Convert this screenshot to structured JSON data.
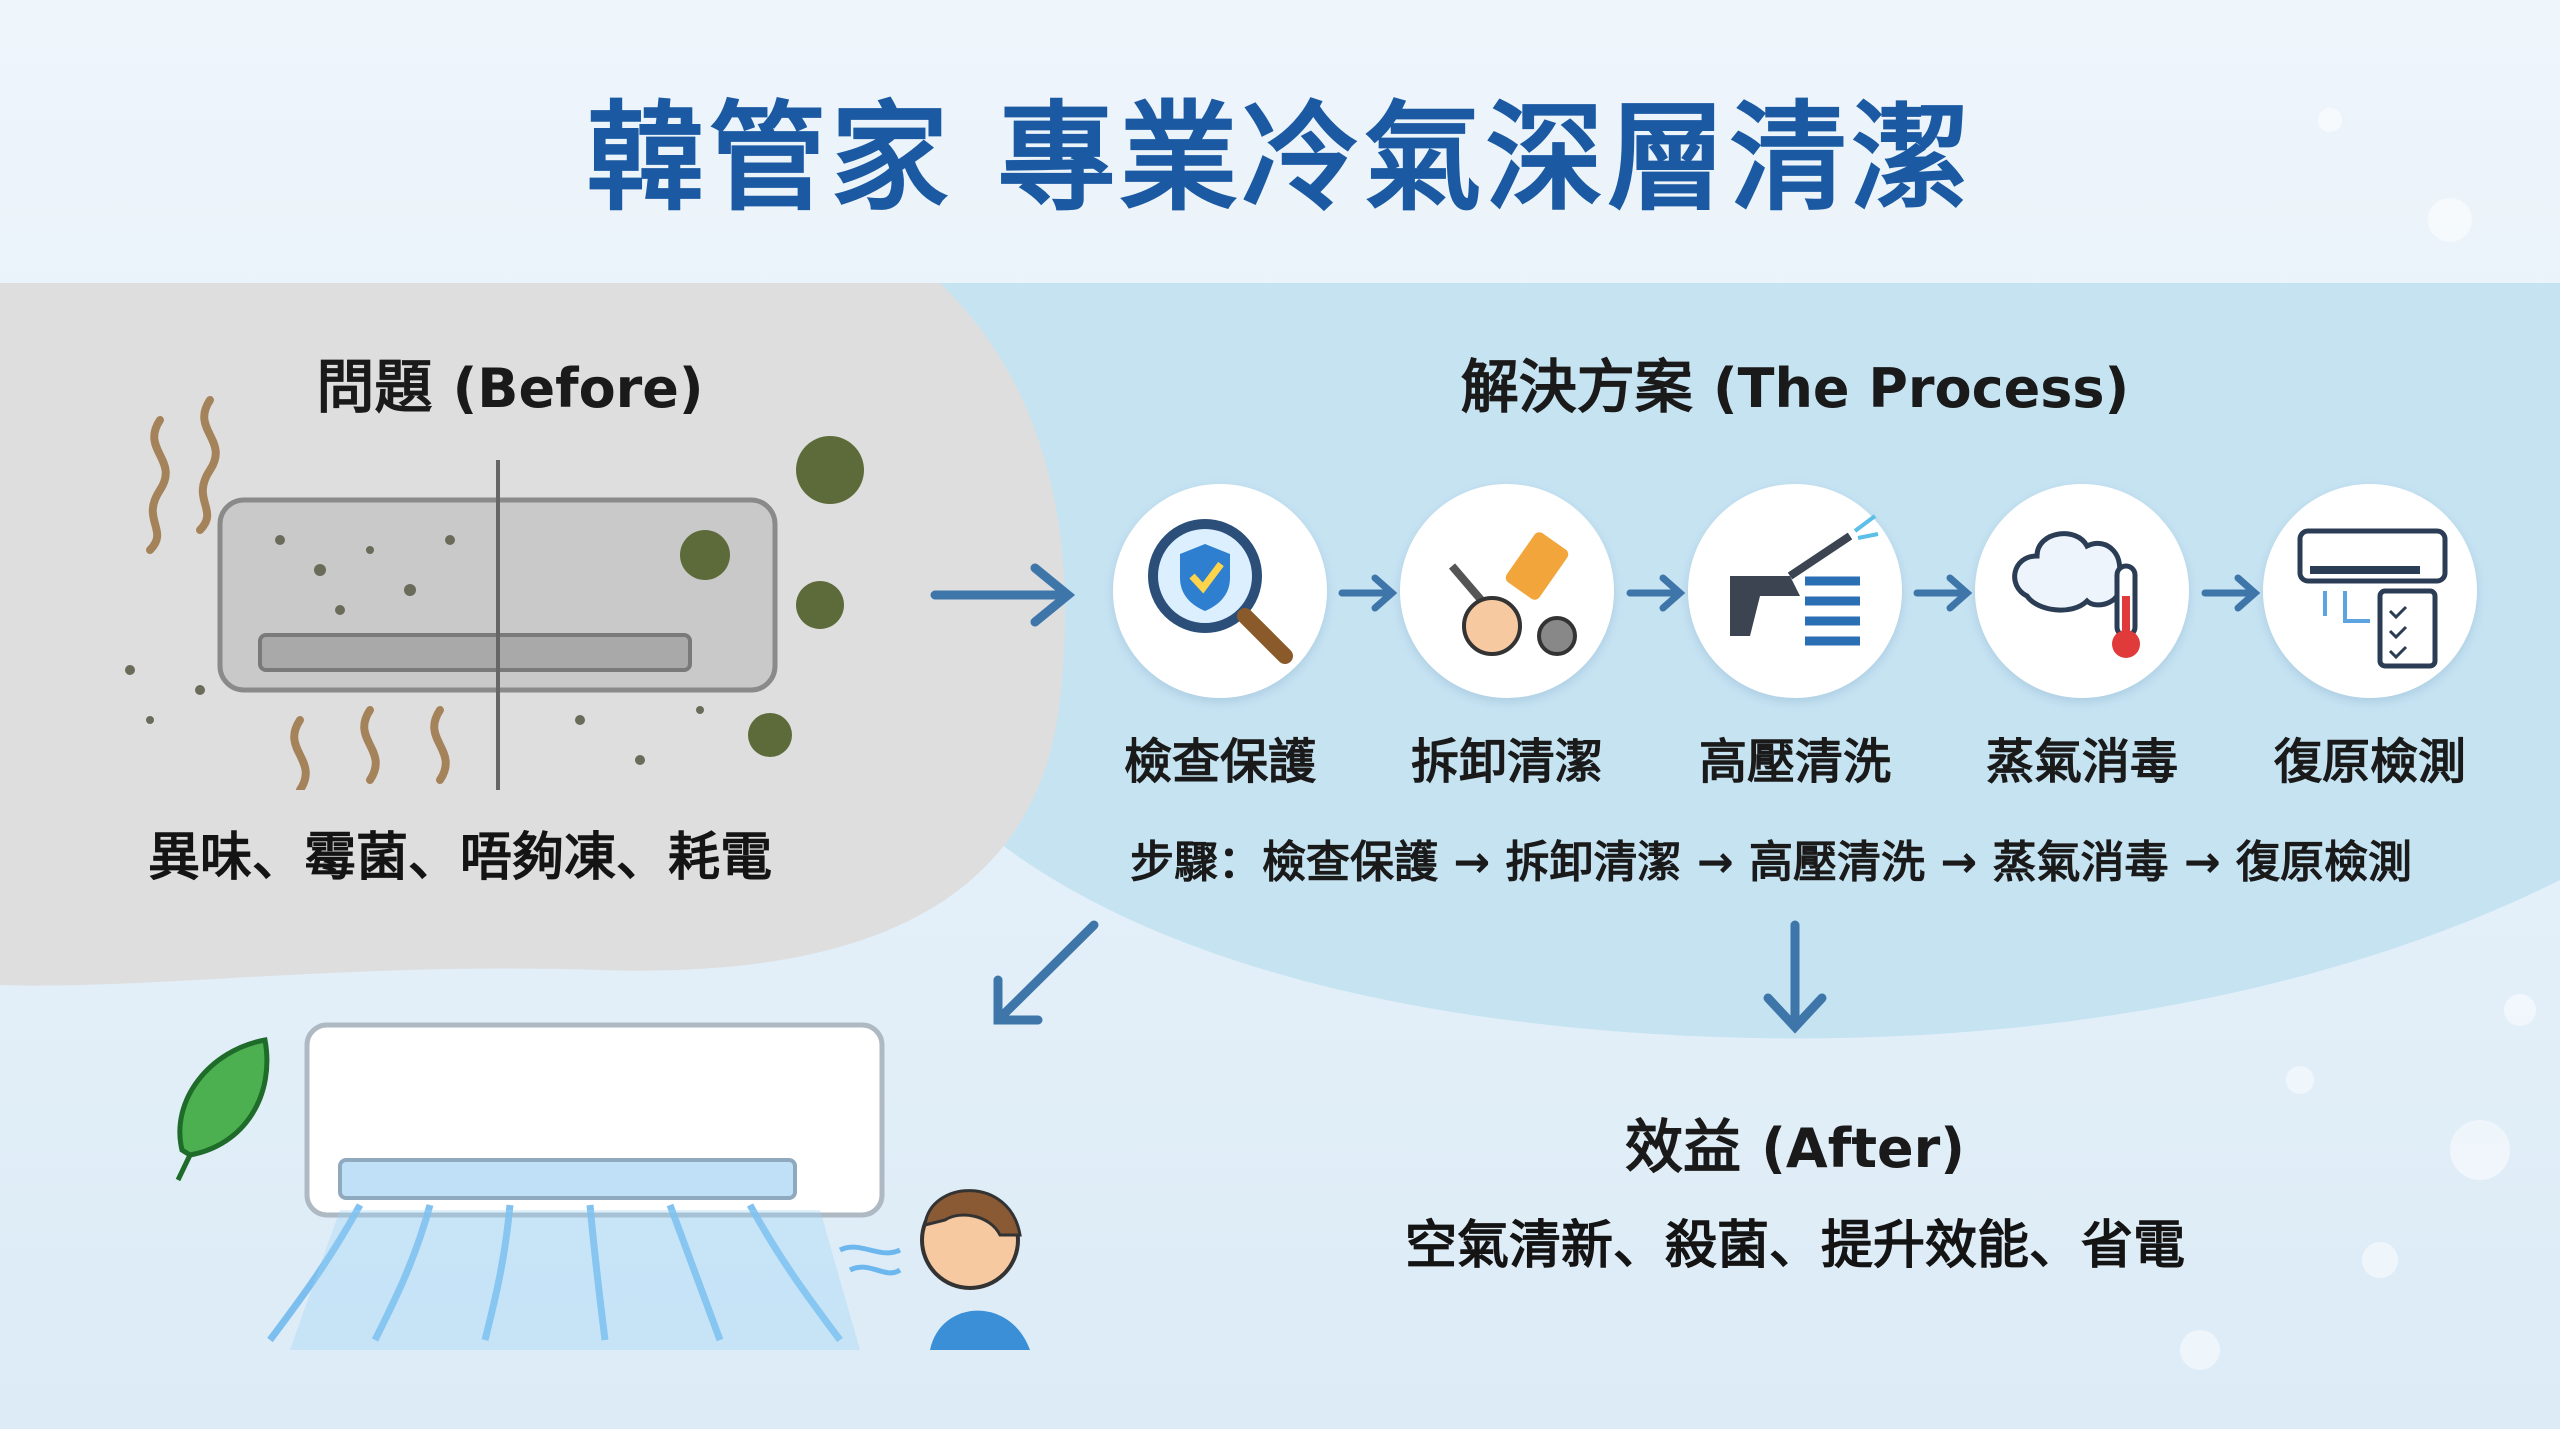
{
  "title": "韓管家 專業冷氣深層清潔",
  "before": {
    "heading": "問題",
    "heading_en": "(Before)",
    "problems": "異味、霉菌、唔夠凍、耗電"
  },
  "process": {
    "heading": "解決方案",
    "heading_en": "(The Process)",
    "steps": [
      {
        "label": "檢查保護",
        "icon": "magnifier-shield-icon"
      },
      {
        "label": "拆卸清潔",
        "icon": "brush-tools-icon"
      },
      {
        "label": "高壓清洗",
        "icon": "pressure-washer-icon"
      },
      {
        "label": "蒸氣消毒",
        "icon": "steam-thermometer-icon"
      },
      {
        "label": "復原檢測",
        "icon": "ac-checklist-icon"
      }
    ],
    "summary": "步驟：檢查保護 → 拆卸清潔 → 高壓清洗 → 蒸氣消毒 → 復原檢測"
  },
  "after": {
    "heading": "效益",
    "heading_en": "(After)",
    "benefits": "空氣清新、殺菌、提升效能、省電"
  },
  "colors": {
    "title": "#1b5aa3",
    "arrow": "#3f76aa",
    "before_bg": "#dcdcdc",
    "process_bg": "#c5e3f2"
  }
}
